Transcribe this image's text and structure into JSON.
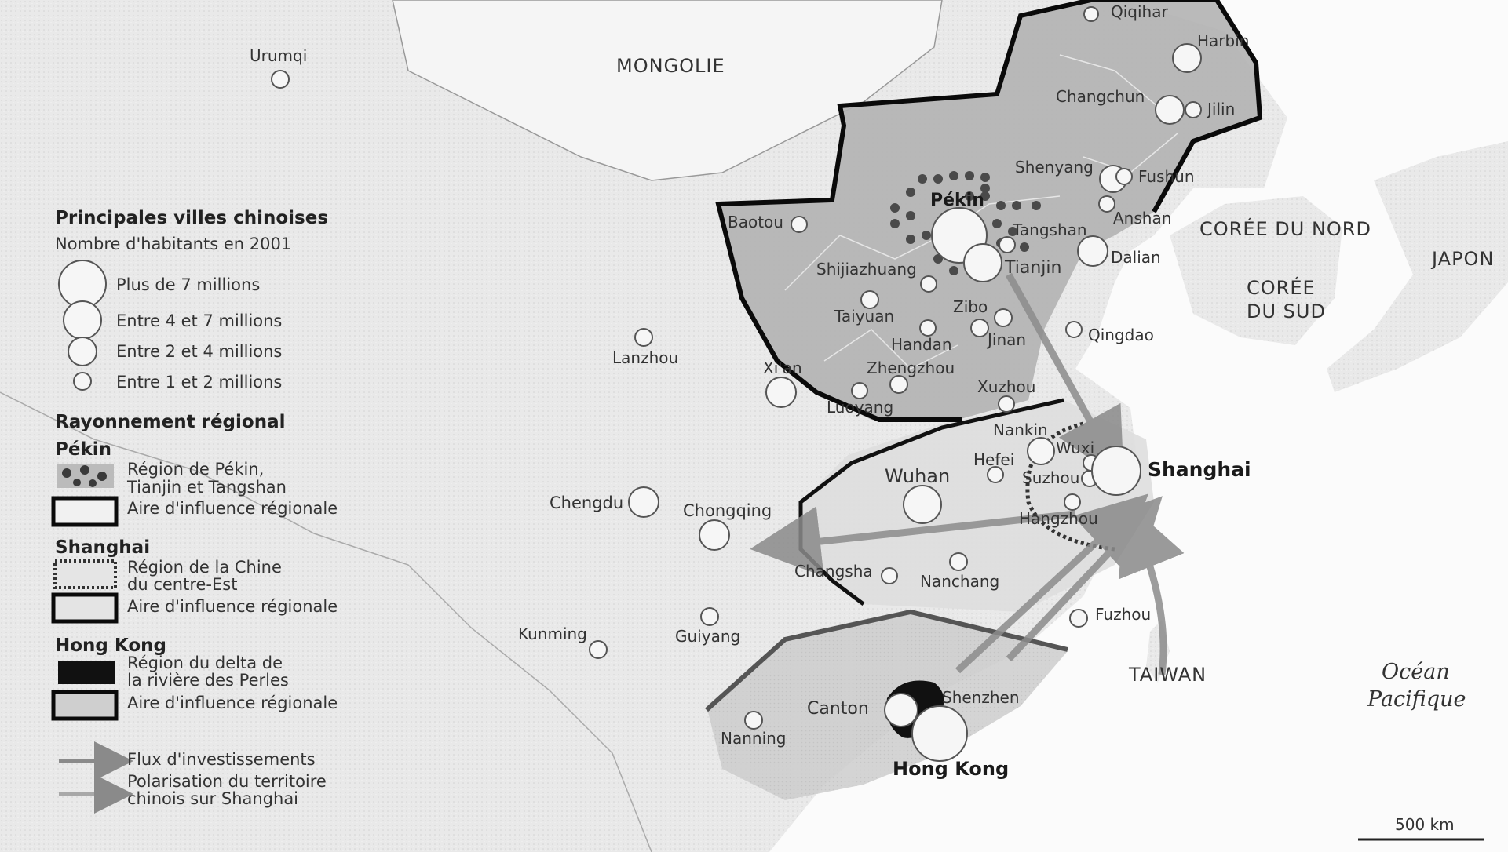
{
  "map": {
    "countries": {
      "mongolie": "MONGOLIE",
      "coree_nord": "CORÉE DU NORD",
      "coree_sud_1": "CORÉE",
      "coree_sud_2": "DU SUD",
      "japon": "JAPON",
      "taiwan": "TAIWAN"
    },
    "ocean_1": "Océan",
    "ocean_2": "Pacifique",
    "scale_label": "500 km",
    "cities": {
      "urumqi": "Urumqi",
      "qiqihar": "Qiqihar",
      "harbin": "Harbin",
      "changchun": "Changchun",
      "jilin": "Jilin",
      "shenyang": "Shenyang",
      "fushun": "Fushun",
      "anshan": "Anshan",
      "dalian": "Dalian",
      "pekin": "Pékin",
      "tangshan": "Tangshan",
      "tianjin": "Tianjin",
      "baotou": "Baotou",
      "shijiazhuang": "Shijiazhuang",
      "taiyuan": "Taiyuan",
      "zibo": "Zibo",
      "jinan": "Jinan",
      "handan": "Handan",
      "qingdao": "Qingdao",
      "zhengzhou": "Zhengzhou",
      "xian": "Xi'an",
      "luoyang": "Luoyang",
      "xuzhou": "Xuzhou",
      "lanzhou": "Lanzhou",
      "nankin": "Nankin",
      "wuxi": "Wuxi",
      "hefei": "Hefei",
      "suzhou": "Suzhou",
      "shanghai": "Shanghai",
      "hangzhou": "Hangzhou",
      "wuhan": "Wuhan",
      "chengdu": "Chengdu",
      "chongqing": "Chongqing",
      "changsha": "Changsha",
      "nanchang": "Nanchang",
      "fuzhou": "Fuzhou",
      "kunming": "Kunming",
      "guiyang": "Guiyang",
      "canton": "Canton",
      "shenzhen": "Shenzhen",
      "hongkong": "Hong Kong",
      "nanning": "Nanning"
    }
  },
  "legend": {
    "title": "Principales villes chinoises",
    "subtitle": "Nombre d'habitants en 2001",
    "sizes": [
      "Plus de 7 millions",
      "Entre 4 et 7 millions",
      "Entre 2 et 4 millions",
      "Entre 1 et 2 millions"
    ],
    "rayonnement": "Rayonnement régional",
    "pekin": {
      "heading": "Pékin",
      "region_1": "Région de Pékin,",
      "region_2": "Tianjin et Tangshan",
      "aire": "Aire d'influence régionale"
    },
    "shanghai": {
      "heading": "Shanghai",
      "region_1": "Région de la Chine",
      "region_2": "du centre-Est",
      "aire": "Aire d'influence régionale"
    },
    "hongkong": {
      "heading": "Hong Kong",
      "region_1": "Région du delta de",
      "region_2": "la rivière des Perles",
      "aire": "Aire d'influence régionale"
    },
    "flux": "Flux d'investissements",
    "polarisation_1": "Polarisation du territoire",
    "polarisation_2": "chinois sur Shanghai"
  }
}
